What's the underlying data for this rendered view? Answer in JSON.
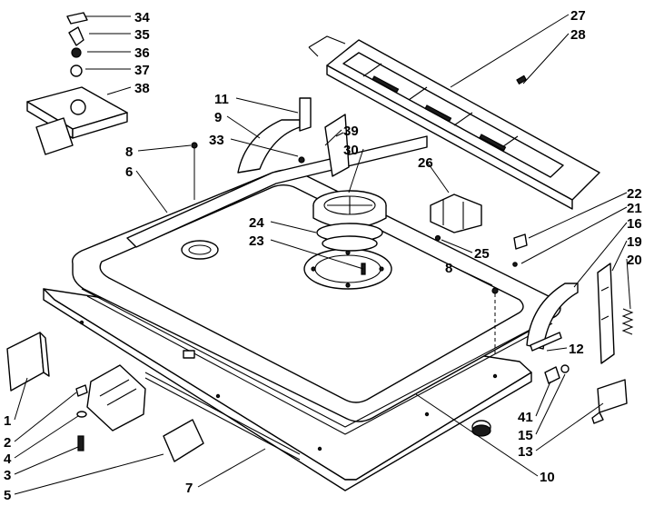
{
  "diagram": {
    "colors": {
      "ink": "#000000",
      "paper": "#ffffff"
    },
    "callouts": [
      {
        "id": "c34",
        "text": "34"
      },
      {
        "id": "c35",
        "text": "35"
      },
      {
        "id": "c36",
        "text": "36"
      },
      {
        "id": "c37",
        "text": "37"
      },
      {
        "id": "c38",
        "text": "38"
      },
      {
        "id": "c27",
        "text": "27"
      },
      {
        "id": "c28",
        "text": "28"
      },
      {
        "id": "c11",
        "text": "11"
      },
      {
        "id": "c9",
        "text": "9"
      },
      {
        "id": "c39",
        "text": "39"
      },
      {
        "id": "c33",
        "text": "33"
      },
      {
        "id": "c30",
        "text": "30"
      },
      {
        "id": "c8a",
        "text": "8"
      },
      {
        "id": "c6",
        "text": "6"
      },
      {
        "id": "c26",
        "text": "26"
      },
      {
        "id": "c22",
        "text": "22"
      },
      {
        "id": "c21",
        "text": "21"
      },
      {
        "id": "c24",
        "text": "24"
      },
      {
        "id": "c23",
        "text": "23"
      },
      {
        "id": "c25",
        "text": "25"
      },
      {
        "id": "c16",
        "text": "16"
      },
      {
        "id": "c19",
        "text": "19"
      },
      {
        "id": "c20",
        "text": "20"
      },
      {
        "id": "c8b",
        "text": "8"
      },
      {
        "id": "c12",
        "text": "12"
      },
      {
        "id": "c1",
        "text": "1"
      },
      {
        "id": "c2",
        "text": "2"
      },
      {
        "id": "c4",
        "text": "4"
      },
      {
        "id": "c3",
        "text": "3"
      },
      {
        "id": "c5",
        "text": "5"
      },
      {
        "id": "c7",
        "text": "7"
      },
      {
        "id": "c41",
        "text": "41"
      },
      {
        "id": "c15",
        "text": "15"
      },
      {
        "id": "c13",
        "text": "13"
      },
      {
        "id": "c10",
        "text": "10"
      }
    ]
  }
}
